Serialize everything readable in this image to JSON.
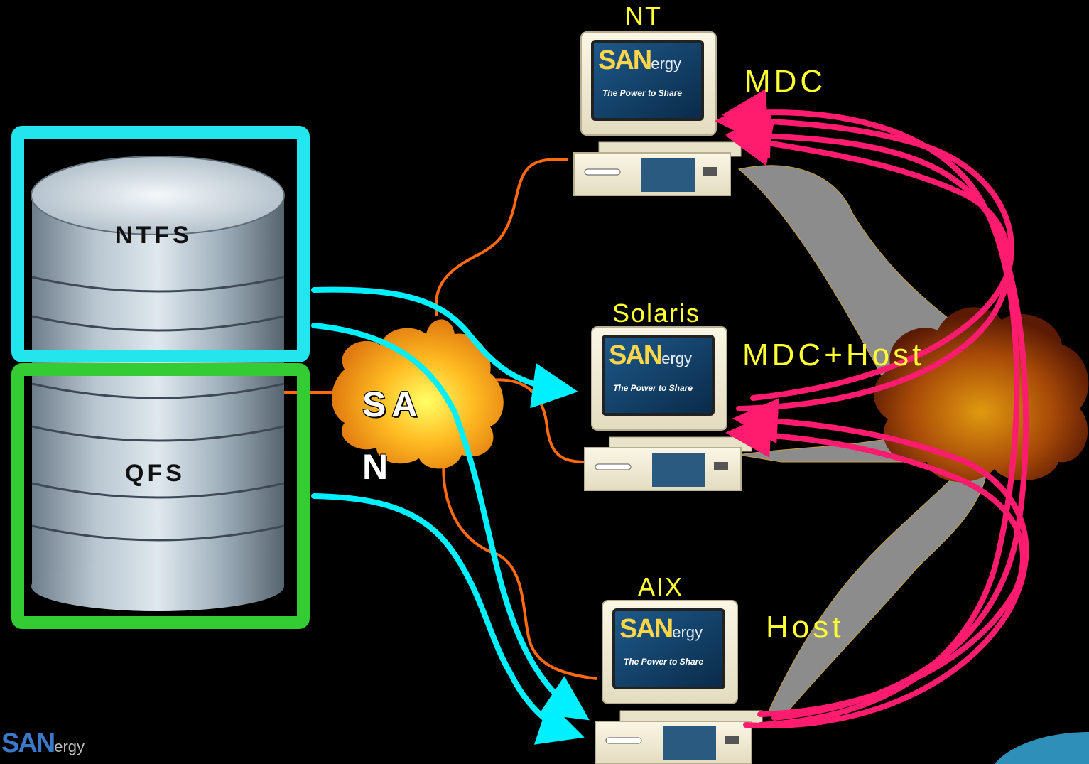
{
  "storage": {
    "ntfs_label": "NTFS",
    "qfs_label": "QFS",
    "ntfs_box_color": "#22e5ee",
    "qfs_box_color": "#33cc33"
  },
  "san_cloud": {
    "label_line1": "SA",
    "label_line2": "N"
  },
  "hosts": [
    {
      "os": "NT",
      "role": "MDC"
    },
    {
      "os": "Solaris",
      "role": "MDC+Host"
    },
    {
      "os": "AIX",
      "role": "Host"
    }
  ],
  "screen_logo": {
    "brand": "SAN",
    "suffix": "ergy",
    "tagline": "The Power to Share"
  },
  "colors": {
    "label": "#ffff33",
    "data_path": "#00f0ff",
    "san_link": "#ff6a10",
    "metadata_path": "#ff1c6e",
    "lan_band": "#8c8c8c"
  }
}
